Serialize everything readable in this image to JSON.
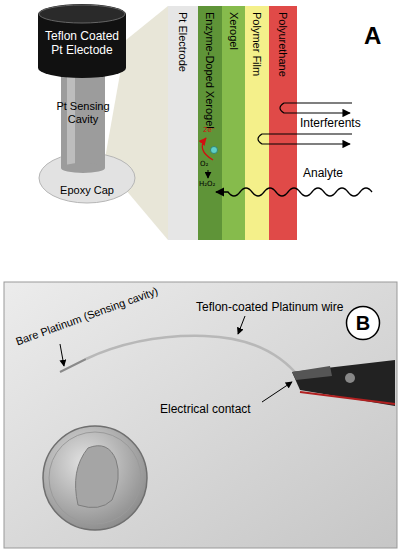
{
  "diagram": {
    "nodes": [
      {
        "text": [
          "Teflon Coated Pt Electode"
        ]
      },
      {
        "text": [
          "Pt Sensing Cavity"
        ]
      },
      {
        "text": [
          "Epoxy Cap"
        ]
      },
      {
        "text": [
          "Pt Electrode"
        ]
      },
      {
        "text": [
          "Enzyme-Doped Xerogel"
        ]
      },
      {
        "text": [
          "Xerogel"
        ]
      },
      {
        "text": [
          "Polymer Film"
        ]
      },
      {
        "text": [
          "Polyurethane"
        ]
      },
      {
        "text": [
          "B"
        ]
      }
    ],
    "labels": [
      "A",
      "Interferents",
      "Analyte",
      "2e⁻",
      "O₂",
      "H₂O₂",
      "Bare Platinum (Sensing cavity)",
      "Teflon-coated Platinum wire",
      "Electrical contact"
    ]
  }
}
